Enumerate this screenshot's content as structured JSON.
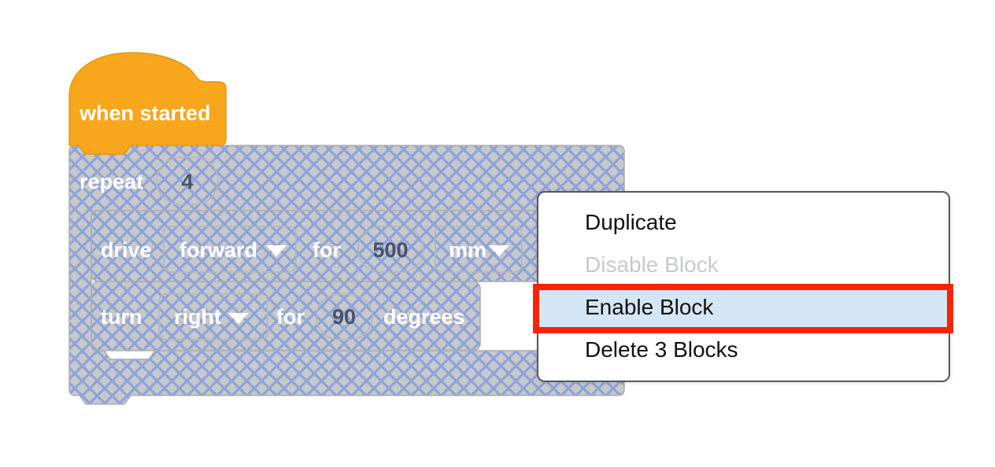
{
  "workspace": {
    "hat_block": {
      "label": "when started"
    },
    "repeat_block": {
      "label": "repeat",
      "count_value": "4"
    },
    "drive_block": {
      "label": "drive",
      "direction_value": "forward",
      "for_label": "for",
      "distance_value": "500",
      "unit_value": "mm"
    },
    "turn_block": {
      "label": "turn",
      "direction_value": "right",
      "for_label": "for",
      "angle_value": "90",
      "degrees_label": "degrees"
    }
  },
  "context_menu": {
    "items": [
      {
        "label": "Duplicate",
        "state": "normal"
      },
      {
        "label": "Disable Block",
        "state": "disabled"
      },
      {
        "label": "Enable Block",
        "state": "highlighted"
      },
      {
        "label": "Delete 3 Blocks",
        "state": "normal"
      }
    ]
  },
  "colors": {
    "hat_block_fill": "#F8A61B",
    "hat_block_stroke": "#E09A10",
    "disabled_block_fill": "#C8C8C8",
    "disabled_hatch_line": "#8CA3DB",
    "block_outline": "#ABABAB",
    "field_outline": "#B6B6B6",
    "block_label_text": "#FFFFFF",
    "field_value_text": "#47536B",
    "menu_border": "#58585A",
    "menu_text": "#111111",
    "menu_disabled_text": "#C8C9CB",
    "menu_highlight_bg": "#D4E6F6",
    "annotation_red": "#FB2300"
  }
}
